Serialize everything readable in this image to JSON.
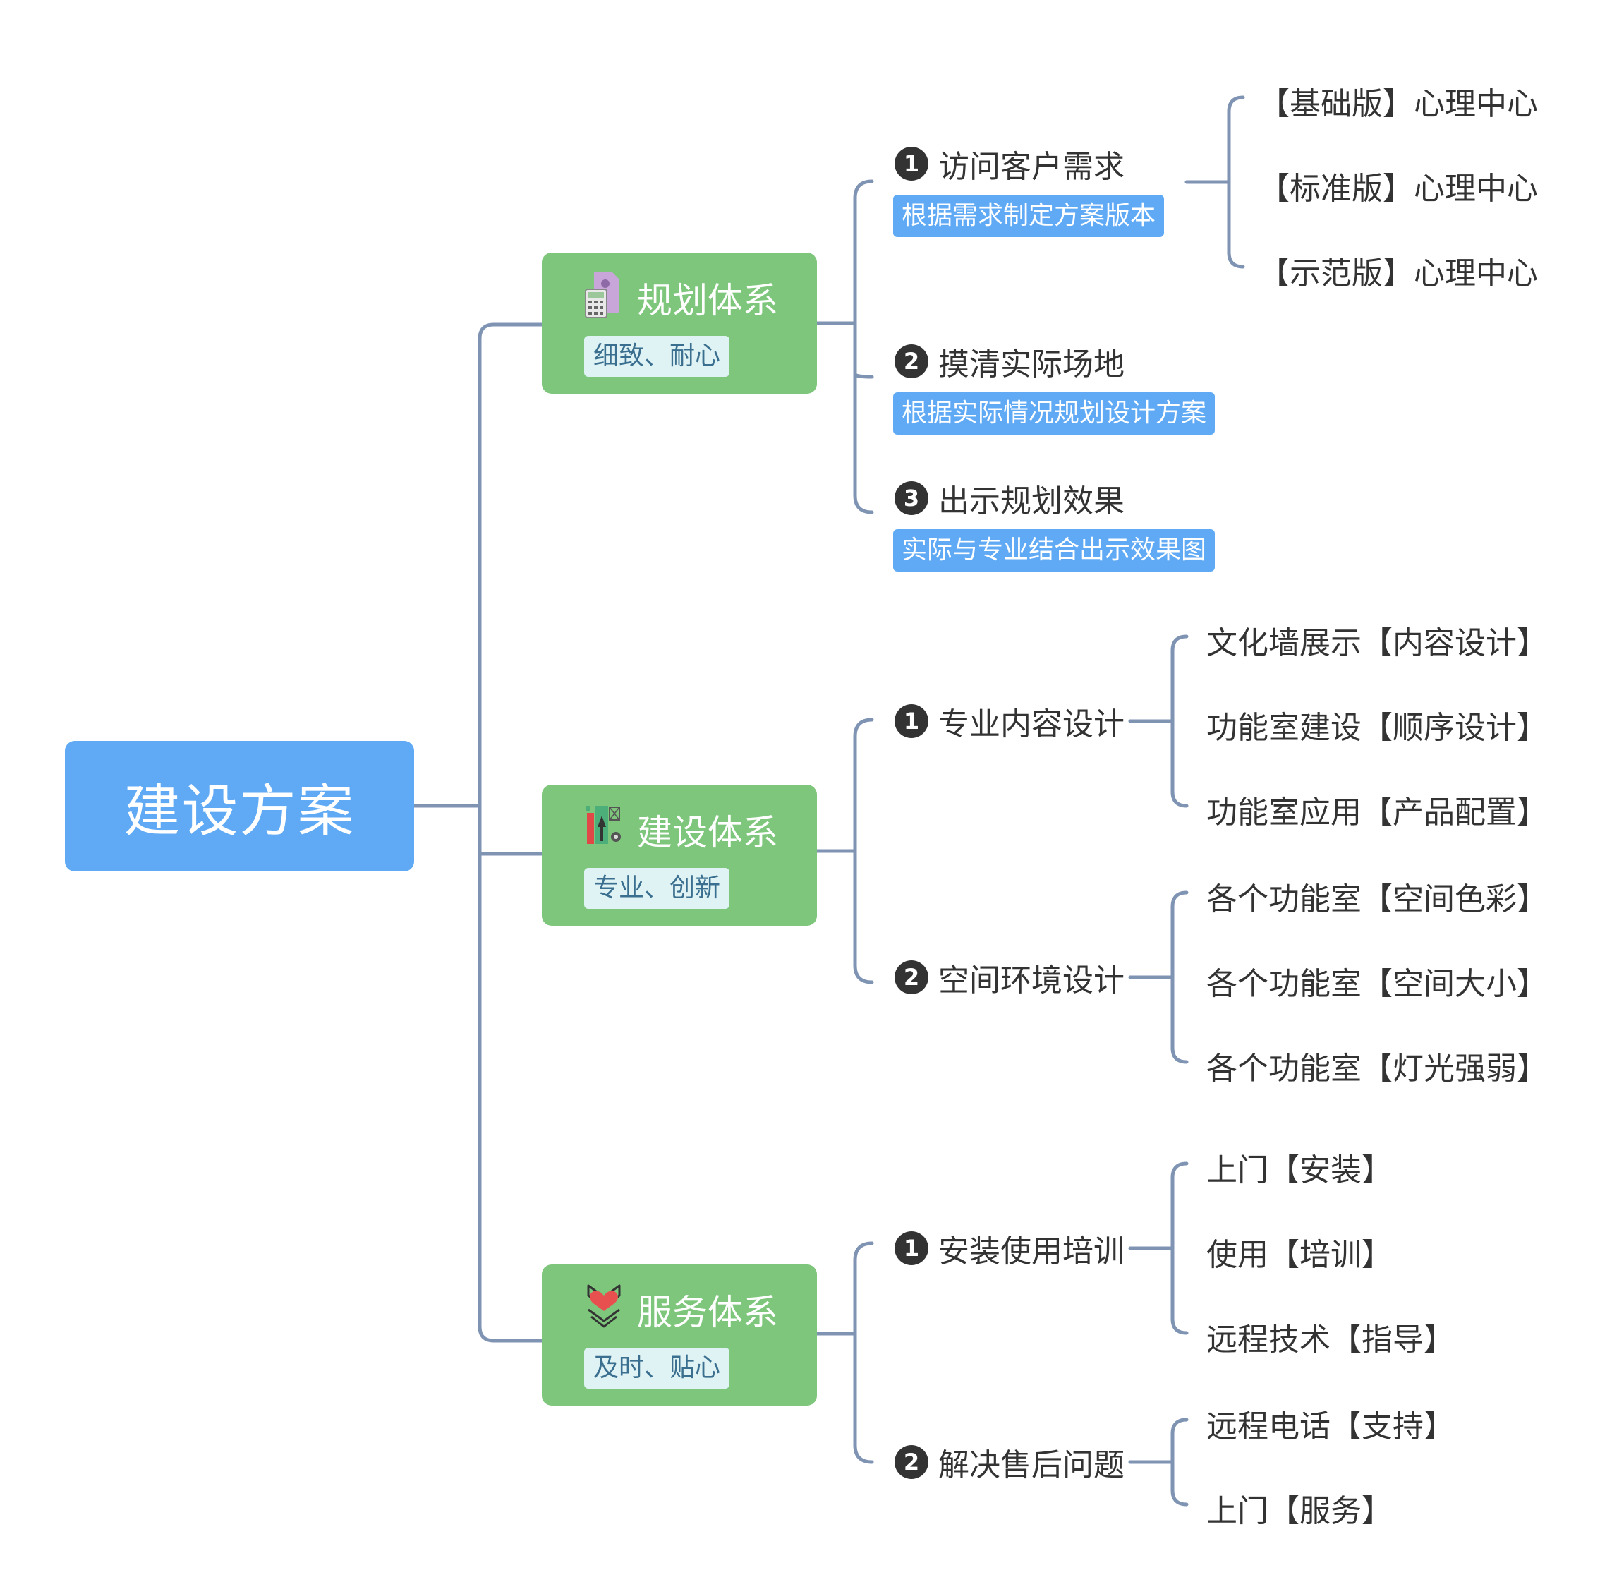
{
  "root": {
    "label": "建设方案"
  },
  "branches": [
    {
      "title": "规划体系",
      "tag": "细致、耐心",
      "icon": "calculator-document-icon",
      "subs": [
        {
          "num": "1",
          "label": "访问客户需求",
          "note": "根据需求制定方案版本",
          "leaves": [
            "【基础版】心理中心",
            "【标准版】心理中心",
            "【示范版】心理中心"
          ]
        },
        {
          "num": "2",
          "label": "摸清实际场地",
          "note": "根据实际情况规划设计方案",
          "leaves": []
        },
        {
          "num": "3",
          "label": "出示规划效果",
          "note": "实际与专业结合出示效果图",
          "leaves": []
        }
      ]
    },
    {
      "title": "建设体系",
      "tag": "专业、创新",
      "icon": "design-tools-icon",
      "subs": [
        {
          "num": "1",
          "label": "专业内容设计",
          "leaves": [
            "文化墙展示【内容设计】",
            "功能室建设【顺序设计】",
            "功能室应用【产品配置】"
          ]
        },
        {
          "num": "2",
          "label": "空间环境设计",
          "leaves": [
            "各个功能室【空间色彩】",
            "各个功能室【空间大小】",
            "各个功能室【灯光强弱】"
          ]
        }
      ]
    },
    {
      "title": "服务体系",
      "tag": "及时、贴心",
      "icon": "heart-chevron-icon",
      "subs": [
        {
          "num": "1",
          "label": "安装使用培训",
          "leaves": [
            "上门【安装】",
            "使用【培训】",
            "远程技术【指导】"
          ]
        },
        {
          "num": "2",
          "label": "解决售后问题",
          "leaves": [
            "远程电话【支持】",
            "上门【服务】"
          ]
        }
      ]
    }
  ],
  "colors": {
    "root_fill": "#60aaf5",
    "main_fill": "#7ec67c",
    "tag_fill": "#dff3f5",
    "note_fill": "#60aaf5",
    "connector": "#7f93b3",
    "text": "#333333"
  }
}
